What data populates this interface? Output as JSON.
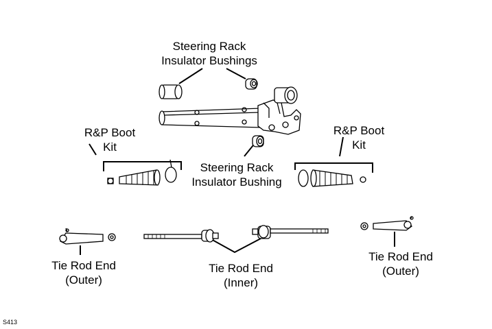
{
  "labels": {
    "bushings_top": [
      "Steering Rack",
      "Insulator Bushings"
    ],
    "boot_kit_left": [
      "R&P Boot",
      "Kit"
    ],
    "boot_kit_right": [
      "R&P Boot",
      "Kit"
    ],
    "bushing_single": [
      "Steering Rack",
      "Insulator Bushing"
    ],
    "tie_outer_left": [
      "Tie Rod End",
      "(Outer)"
    ],
    "tie_inner": [
      "Tie Rod End",
      "(Inner)"
    ],
    "tie_outer_right": [
      "Tie Rod End",
      "(Outer)"
    ]
  },
  "figure_ref": "S413"
}
